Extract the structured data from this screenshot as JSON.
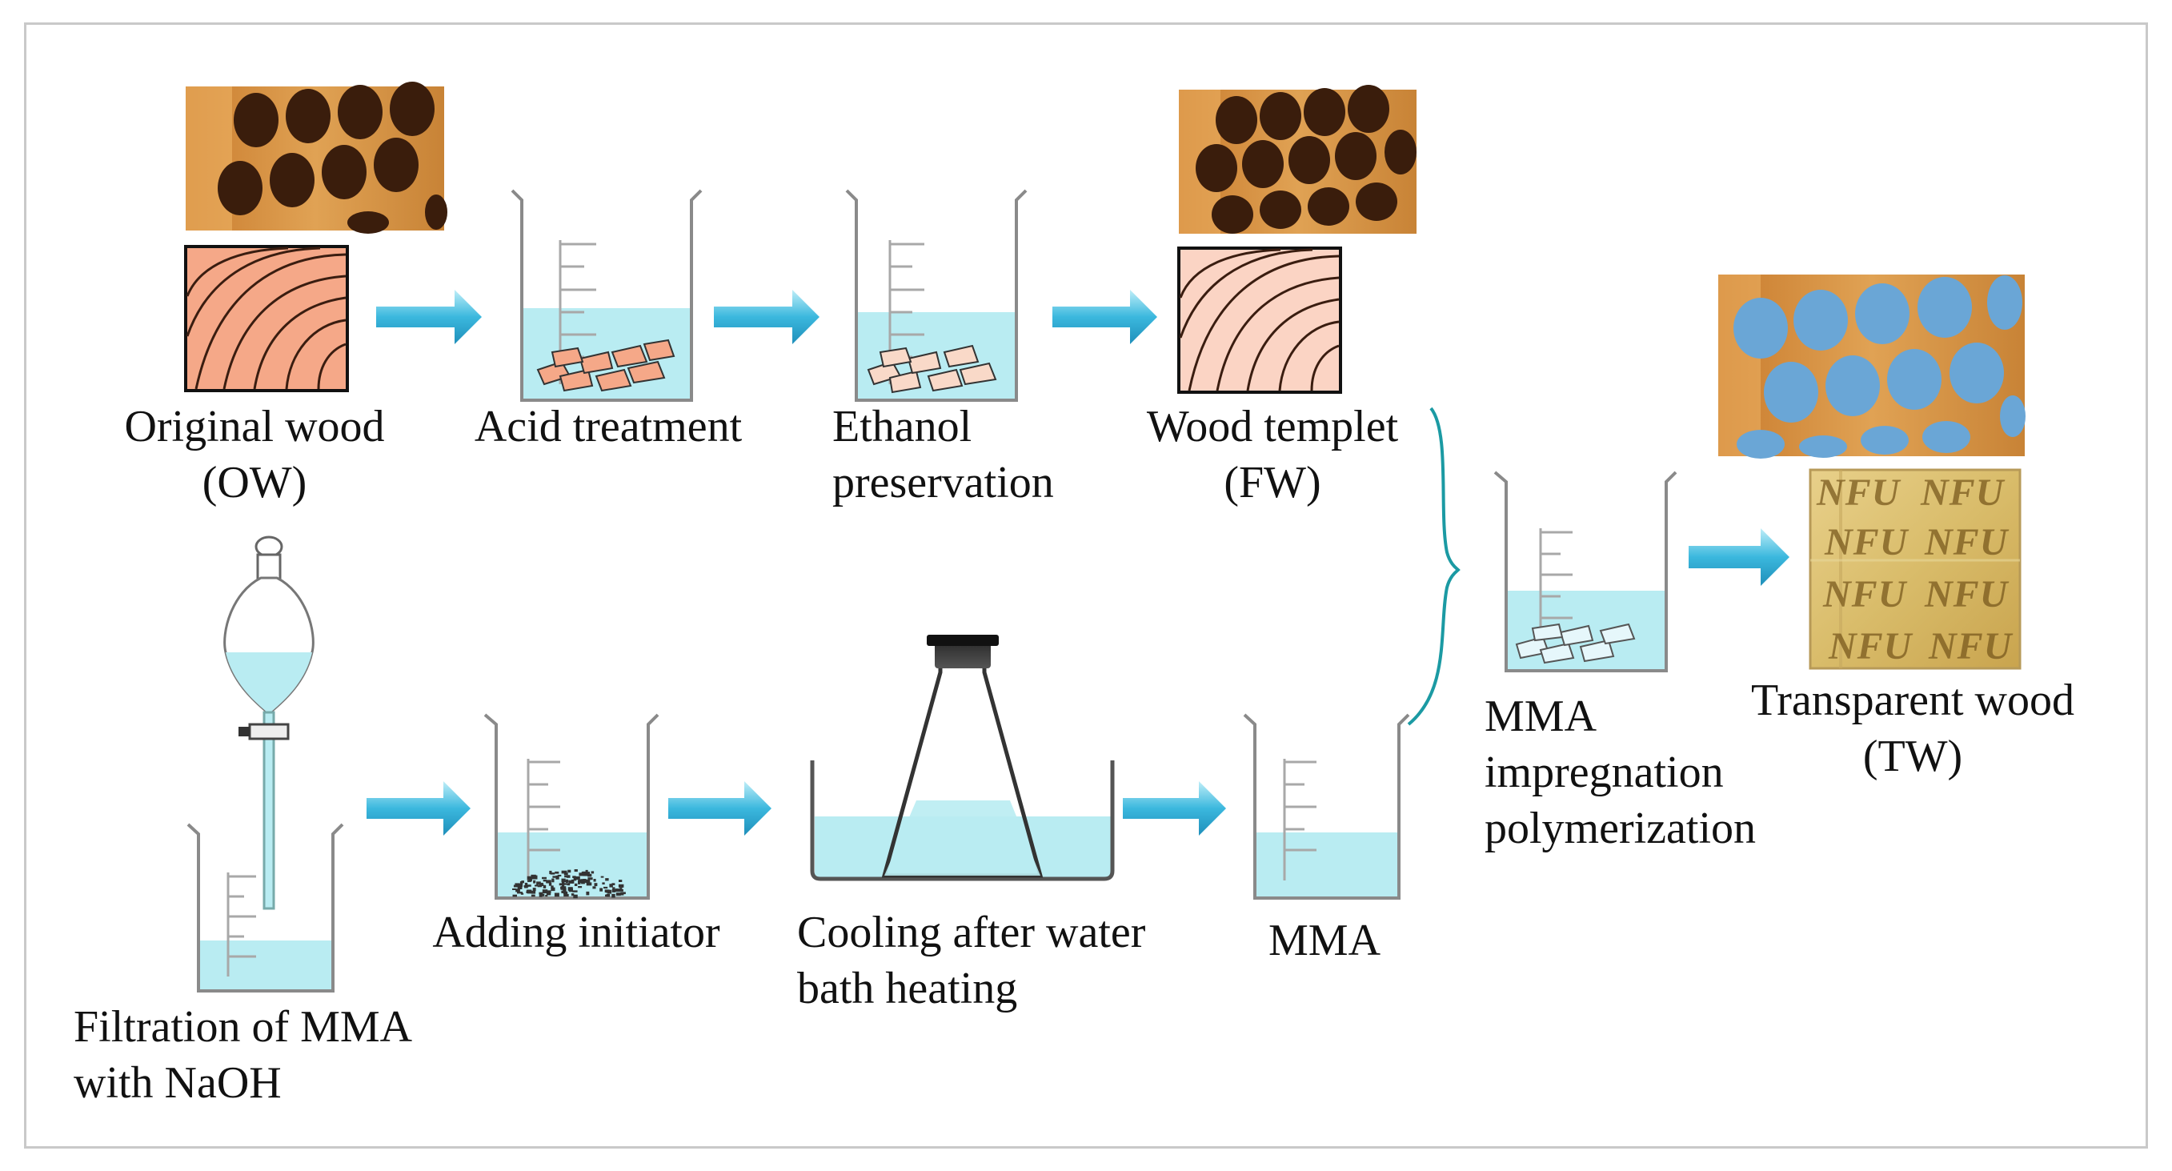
{
  "labels": {
    "original_wood_1": "Original wood",
    "original_wood_2": "(OW)",
    "acid_treatment": "Acid treatment",
    "ethanol_1": "Ethanol",
    "ethanol_2": "preservation",
    "wood_templet_1": "Wood templet",
    "wood_templet_2": "(FW)",
    "mma_imp_1": "MMA",
    "mma_imp_2": "impregnation",
    "mma_imp_3": "polymerization",
    "transparent_1": "Transparent wood",
    "transparent_2": "(TW)",
    "filtration_1": "Filtration of MMA",
    "filtration_2": "with NaOH",
    "adding_initiator": "Adding initiator",
    "cooling_1": "Cooling after water",
    "cooling_2": "bath heating",
    "mma": "MMA"
  },
  "sample_text": "NFU",
  "colors": {
    "liquid": "#b9ecf2",
    "arrow": "#4fc3e3",
    "wood_face": "#f4a98a",
    "pore_blue": "#6aa6d6",
    "brace": "#1b9aa3"
  }
}
